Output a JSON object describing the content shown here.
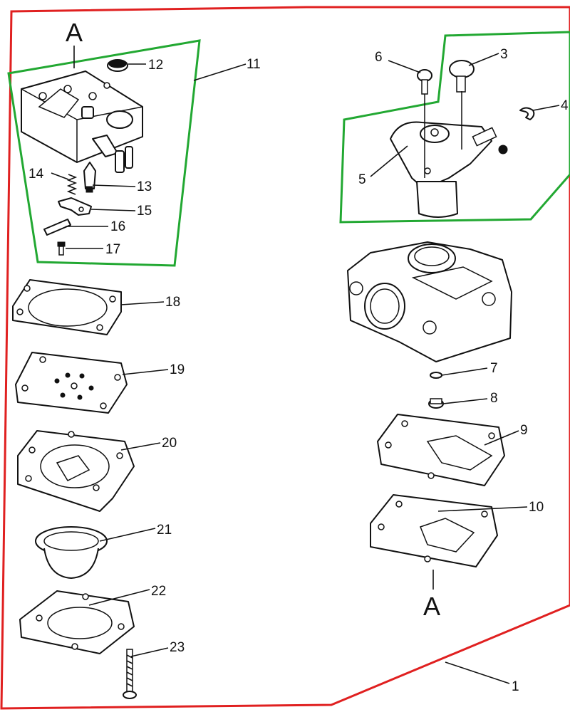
{
  "outline_colors": {
    "assembly": "#e02020",
    "subassembly": "#22a832"
  },
  "section_letter": "A",
  "labels": {
    "p1": "1",
    "p3": "3",
    "p4": "4",
    "p5": "5",
    "p6": "6",
    "p7": "7",
    "p8": "8",
    "p9": "9",
    "p10": "10",
    "p11": "11",
    "p12": "12",
    "p13": "13",
    "p14": "14",
    "p15": "15",
    "p16": "16",
    "p17": "17",
    "p18": "18",
    "p19": "19",
    "p20": "20",
    "p21": "21",
    "p22": "22",
    "p23": "23"
  }
}
